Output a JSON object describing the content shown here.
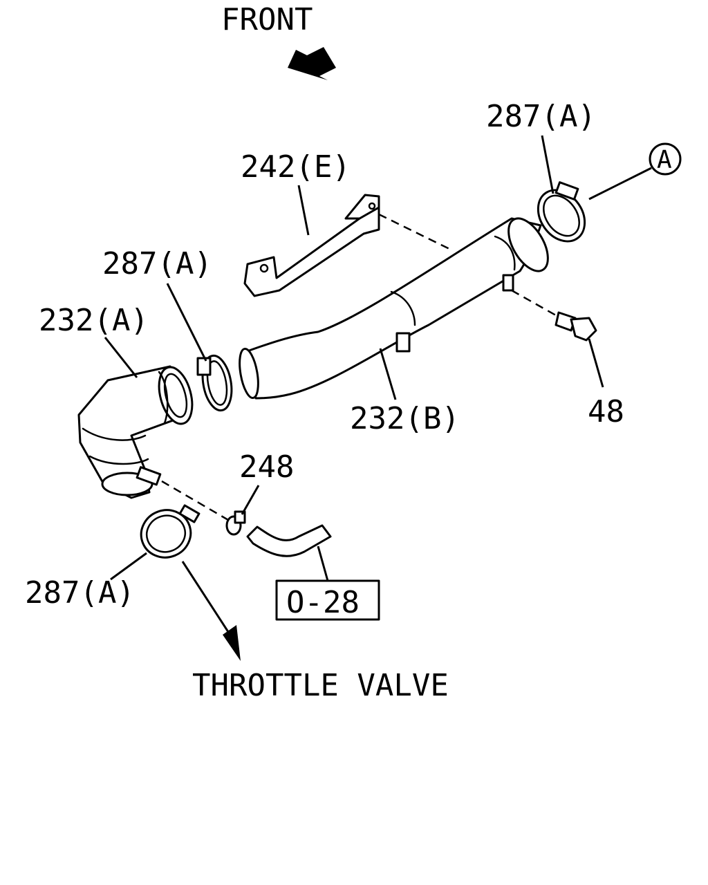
{
  "orientation": {
    "front_label": "FRONT"
  },
  "callouts": {
    "clamp_top_right": "287(A)",
    "bracket": "242(E)",
    "clamp_mid_left": "287(A)",
    "elbow_hose": "232(A)",
    "pipe": "232(B)",
    "bolt": "48",
    "hose_fitting": "248",
    "clamp_bottom": "287(A)",
    "ref_box": "O-28",
    "connection_marker": "A"
  },
  "destination": {
    "label": "THROTTLE VALVE"
  }
}
